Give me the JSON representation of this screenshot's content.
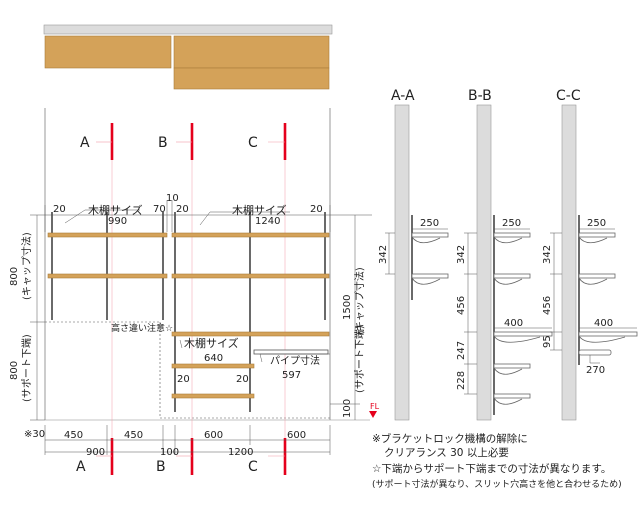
{
  "section_labels": {
    "a": "A",
    "b": "B",
    "c": "C"
  },
  "section_titles": {
    "aa": "A-A",
    "bb": "B-B",
    "cc": "C-C"
  },
  "shelf_size_label": "木棚サイズ",
  "pipe_size_label": "パイプ寸法",
  "height_note": "高さ違い注意☆",
  "left_vertical": {
    "upper_value": "800",
    "upper_desc": "(キャップ寸法)",
    "lower_value": "800",
    "lower_desc": "(サポート下端)"
  },
  "right_vertical": {
    "upper_value": "1500",
    "upper_desc": "(キャップ寸法)",
    "lower_value": "100",
    "lower_desc": "(サポート下端)"
  },
  "fl_label": "FL",
  "top_dims": {
    "d20a": "20",
    "d990": "990",
    "d70": "70",
    "d10": "10",
    "d20b": "20",
    "d1240": "1240",
    "d20c": "20"
  },
  "inner_dims": {
    "d640": "640",
    "d20l": "20",
    "d20r": "20",
    "d597": "597"
  },
  "bottom_dims": {
    "d30": "※30",
    "d450a": "450",
    "d450b": "450",
    "d600a": "600",
    "d600b": "600",
    "d900": "900",
    "d100": "100",
    "d1200": "1200"
  },
  "aa_dims": {
    "d250": "250",
    "d342": "342"
  },
  "bb_dims": {
    "d250": "250",
    "d342": "342",
    "d456": "456",
    "d400": "400",
    "d247": "247",
    "d228": "228"
  },
  "cc_dims": {
    "d250": "250",
    "d342": "342",
    "d456": "456",
    "d400": "400",
    "d95": "95",
    "d270": "270"
  },
  "notes": {
    "line1": "※ブラケットロック機構の解除に",
    "line2": "クリアランス 30 以上必要",
    "line3": "☆下端からサポート下端までの寸法が異なります。",
    "line4": "(サポート寸法が異なり、スリット穴高さを他と合わせるため)"
  },
  "colors": {
    "wood": "#D4A259",
    "wood_edge": "#A97C3A",
    "section_red": "#E5001C",
    "panel_gray": "#DCDCDC"
  }
}
